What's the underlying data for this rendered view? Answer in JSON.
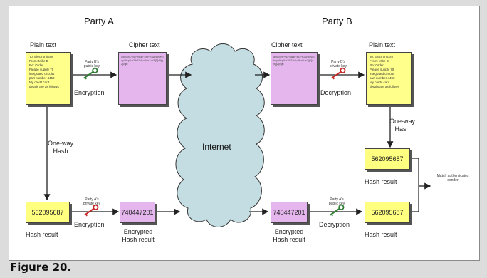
{
  "party_a": "Party A",
  "party_b": "Party B",
  "plain_text_a": "Plain text",
  "cipher_text_a": "Cipher text",
  "cipher_text_b": "Cipher text",
  "plain_text_b": "Plain text",
  "doc_text": "To: Electronicom\nFrom: Mike B\nRe: Order\nPlease supply 70\nintegrated circuits\npart number 4450\nMy credit card\ndetails are as follows",
  "cipher_scribble": "a9#0@f7*!d2%kq8~zx3^e1&m5(wt)b4yv9+p0=r7/h2?c6;u8<n1>s3|j5{o9}g2[l4]i6",
  "party_b_public_key": "Party B's public key",
  "party_b_private_key": "Party B's private key",
  "party_a_private_key": "Party A's private key",
  "party_a_public_key": "Party A's public key",
  "encryption_top": "Encryption",
  "decryption_top": "Decryption",
  "encryption_bottom": "Encryption",
  "decryption_bottom": "Decryption",
  "one_way_hash_left": "One-way\nHash",
  "one_way_hash_right": "One-way\nHash",
  "internet": "Internet",
  "hash_a_value": "562095687",
  "encrypted_hash_a": "740447201",
  "encrypted_hash_b": "740447201",
  "hash_b_top_value": "562095687",
  "hash_b_bottom_value": "562095687",
  "hash_result_a": "Hash result",
  "encrypted_hash_result_a": "Encrypted\nHash result",
  "encrypted_hash_result_b": "Encrypted\nHash result",
  "hash_result_b_top": "Hash result",
  "hash_result_b_bottom": "Hash result",
  "match_note": "Match authenticates sender",
  "figure_caption": "Figure 20."
}
